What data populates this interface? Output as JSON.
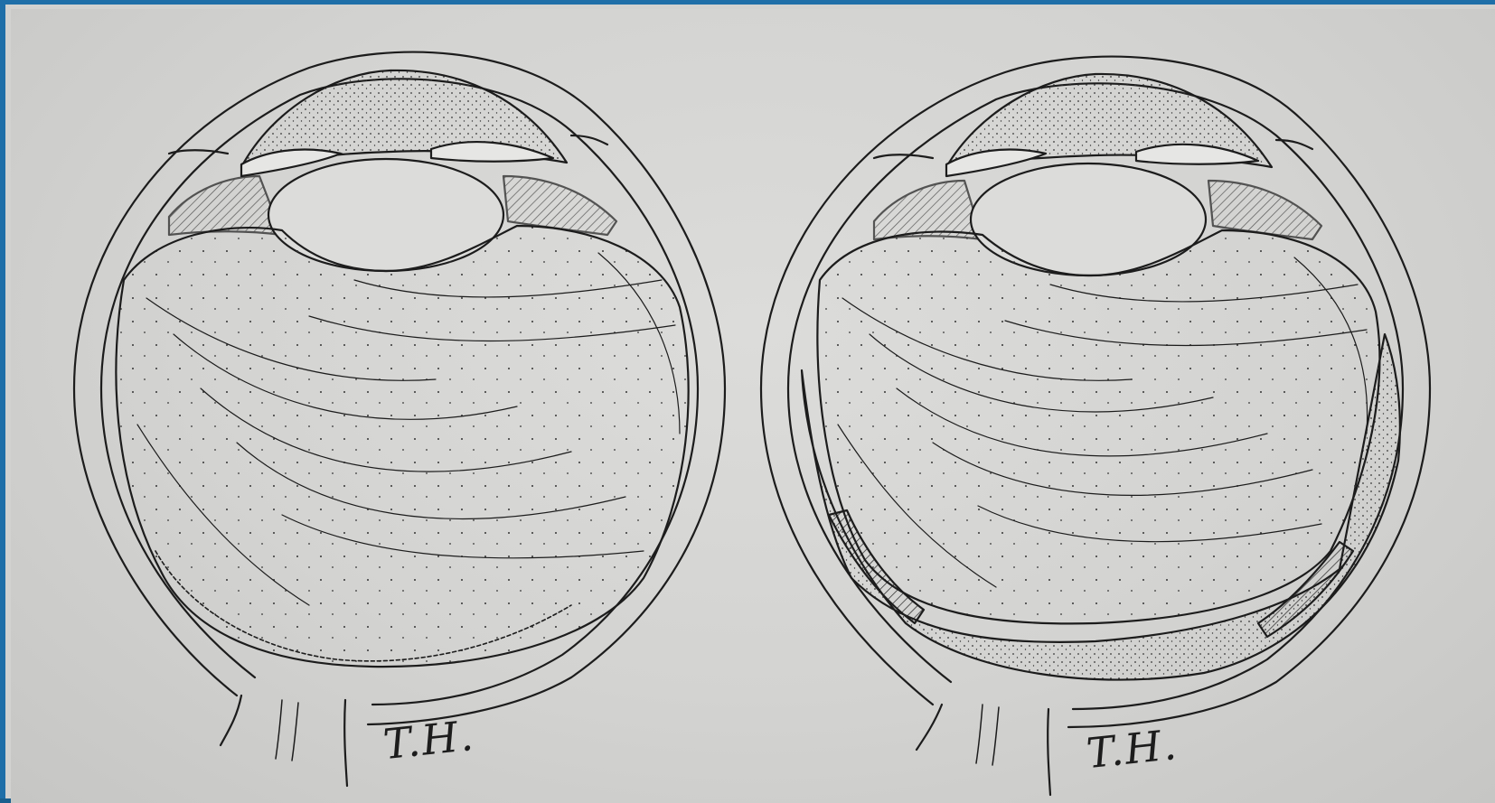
{
  "figure": {
    "panels": [
      {
        "id": "left-eye",
        "signature": "T.H."
      },
      {
        "id": "right-eye",
        "signature": "T.H."
      }
    ]
  },
  "colors": {
    "frame": "#1f6fa8",
    "paper": "#d3d3d1",
    "ink": "#1c1c1c"
  }
}
